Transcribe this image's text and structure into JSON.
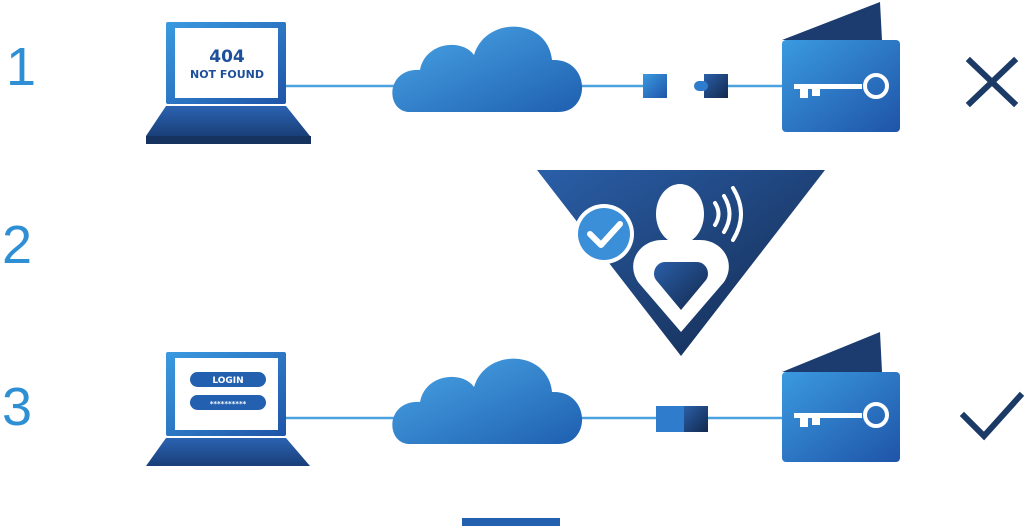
{
  "steps": [
    {
      "number": "1",
      "screen_lines": [
        "404",
        "NOT FOUND"
      ],
      "status_icon": "x-icon"
    },
    {
      "number": "2",
      "status_icon": "checkmark-badge-icon"
    },
    {
      "number": "3",
      "screen_fields": [
        "LOGIN",
        "**********"
      ],
      "status_icon": "checkmark-icon"
    }
  ],
  "colors": {
    "accent": "#2e8fd4",
    "dark_navy": "#1b3a66",
    "blue": "#2360b0",
    "light_blue": "#3a8fd8",
    "line": "#4aa3df"
  }
}
